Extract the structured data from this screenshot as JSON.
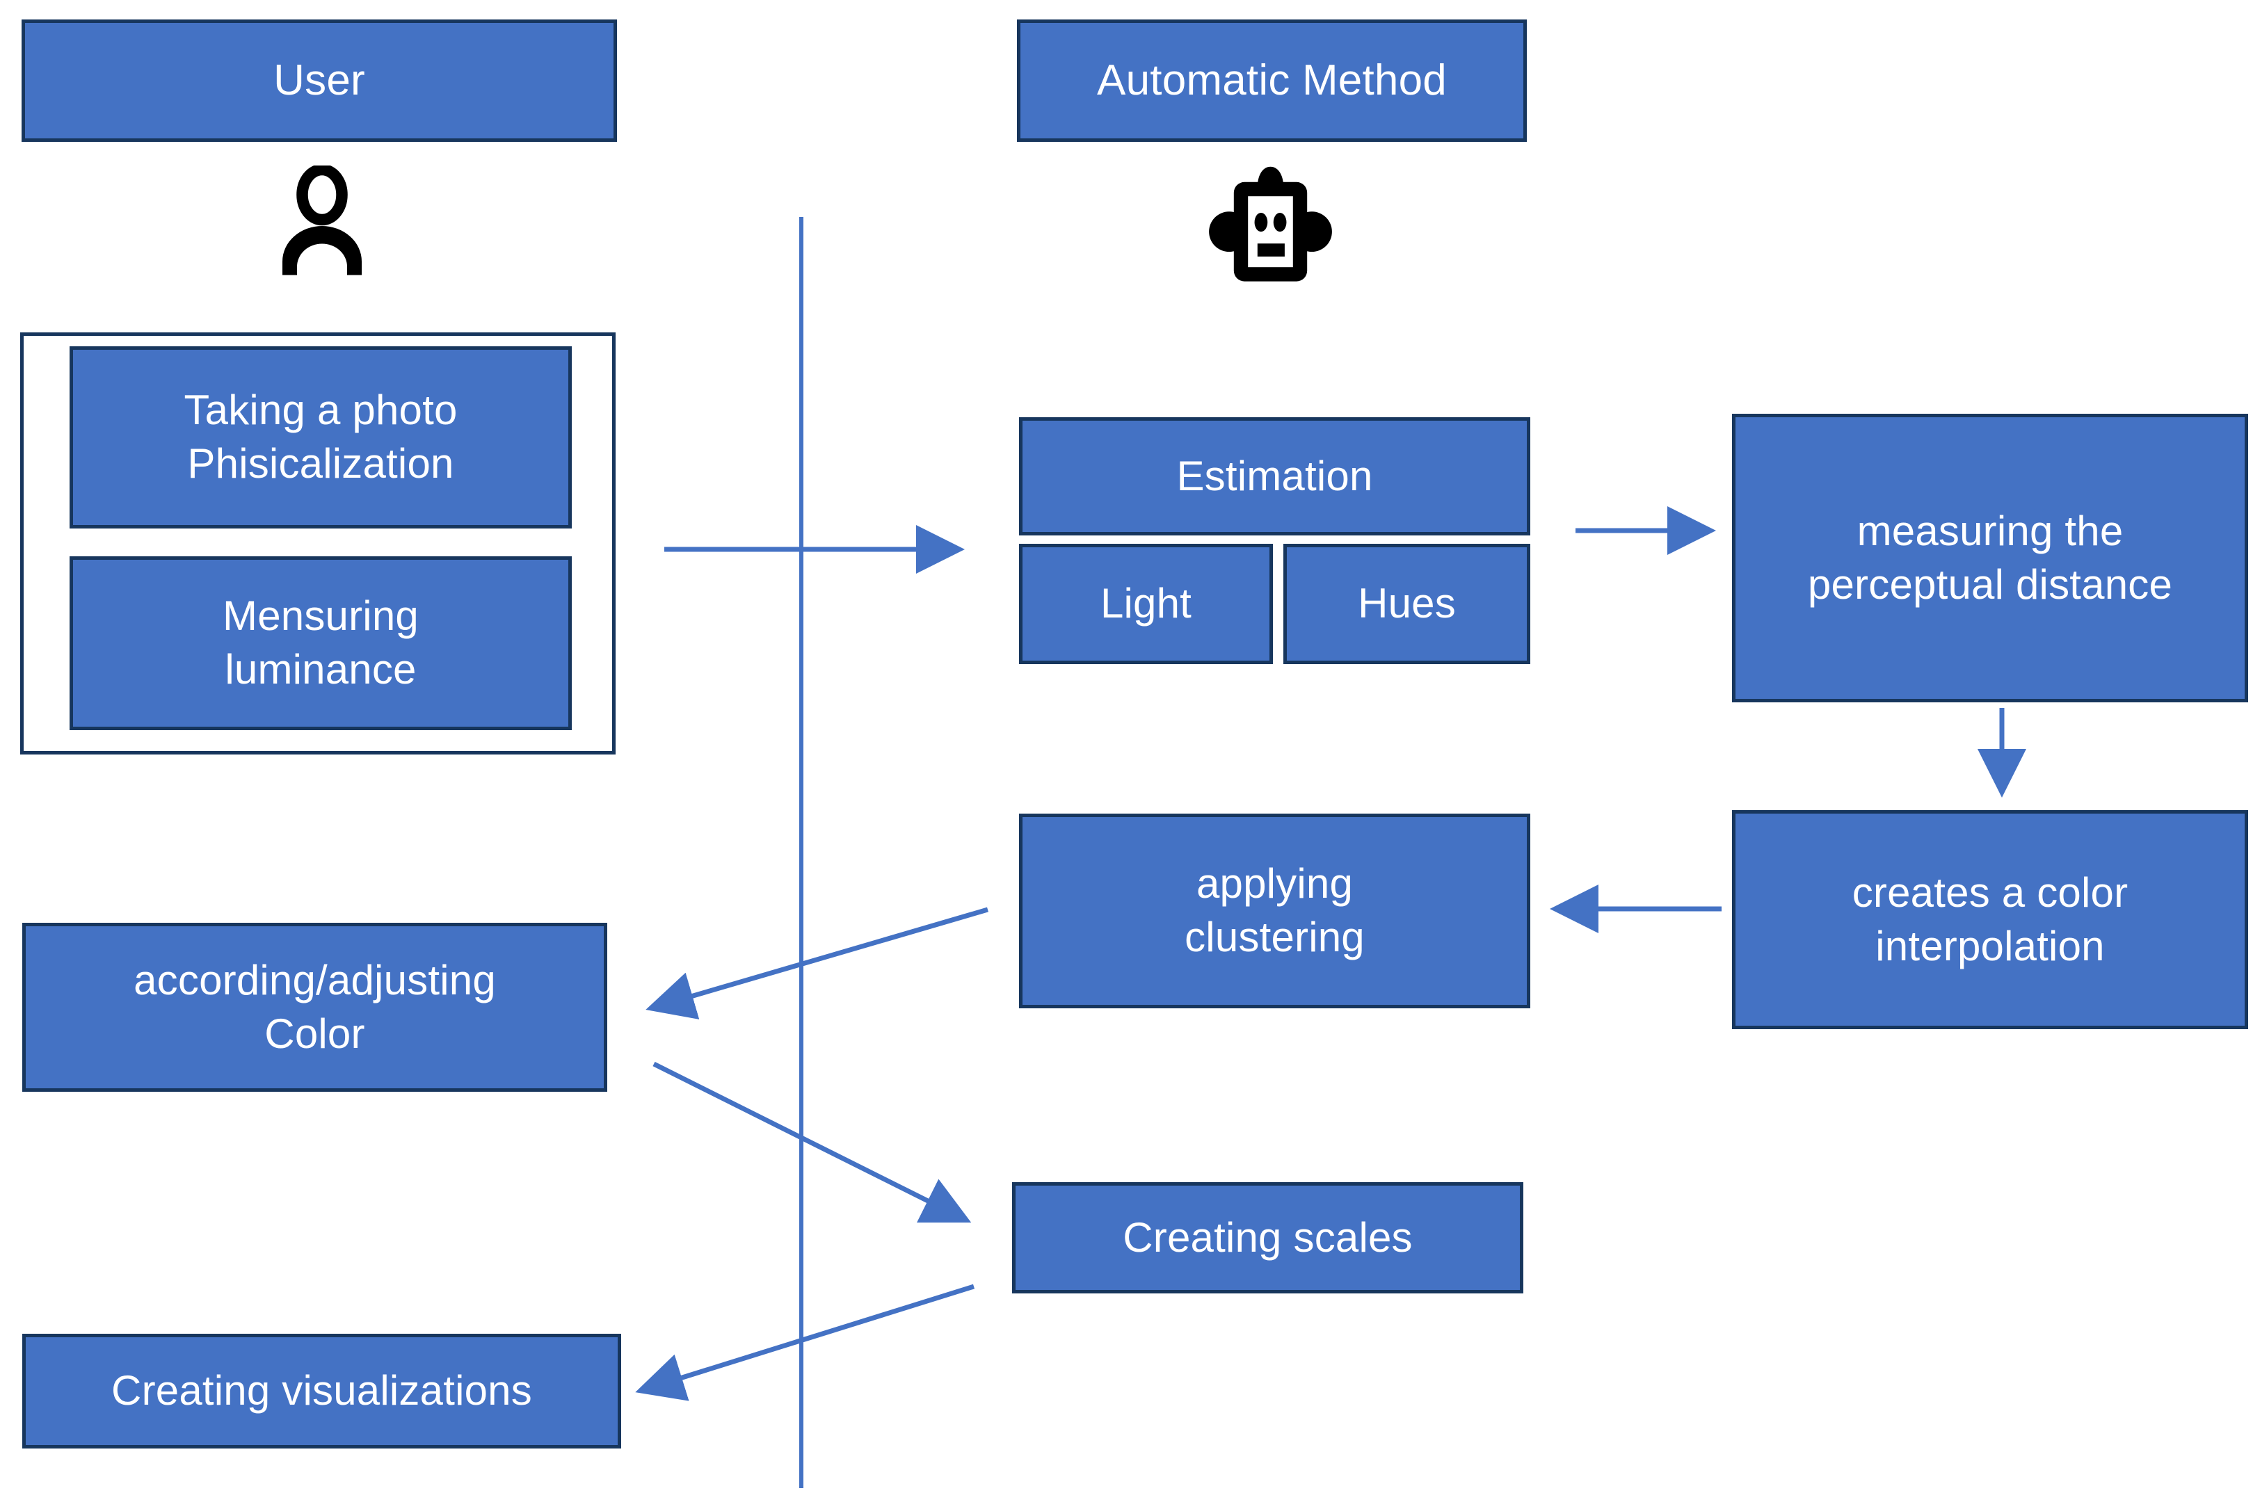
{
  "diagram": {
    "title_nodes": {
      "user": "User",
      "automatic_method": "Automatic Method"
    },
    "icons": {
      "user": "person-icon",
      "automatic": "robot-icon"
    },
    "user_lane": {
      "tasks_group_label": "",
      "tasks": [
        "Taking a photo\nPhisicalization",
        "Mensuring\nluminance"
      ],
      "adjust_color": "according/adjusting\nColor",
      "creating_visualizations": "Creating visualizations"
    },
    "automatic_lane": {
      "estimation": "Estimation",
      "estimation_children": [
        "Light",
        "Hues"
      ],
      "perceptual_distance": "measuring the\nperceptual distance",
      "color_interpolation": "creates a color\ninterpolation",
      "applying_clustering": "applying\nclustering",
      "creating_scales": "Creating scales"
    },
    "colors": {
      "node_fill": "#4472C4",
      "node_border": "#17365D",
      "node_text": "#FFFFFF",
      "arrow": "#4472C4",
      "divider": "#4472C4",
      "icon": "#000000",
      "background": "#FFFFFF"
    },
    "connectors": [
      {
        "from": "user-tasks-group",
        "to": "estimation",
        "style": "straight-arrow"
      },
      {
        "from": "estimation",
        "to": "perceptual-distance",
        "style": "straight-arrow"
      },
      {
        "from": "perceptual-distance",
        "to": "color-interpolation",
        "style": "straight-arrow"
      },
      {
        "from": "color-interpolation",
        "to": "applying-clustering",
        "style": "straight-arrow"
      },
      {
        "from": "applying-clustering",
        "to": "adjust-color",
        "style": "diagonal-arrow"
      },
      {
        "from": "adjust-color",
        "to": "creating-scales",
        "style": "diagonal-arrow"
      },
      {
        "from": "creating-scales",
        "to": "creating-visualizations",
        "style": "diagonal-arrow"
      }
    ],
    "divider": {
      "orientation": "vertical",
      "label": ""
    }
  }
}
